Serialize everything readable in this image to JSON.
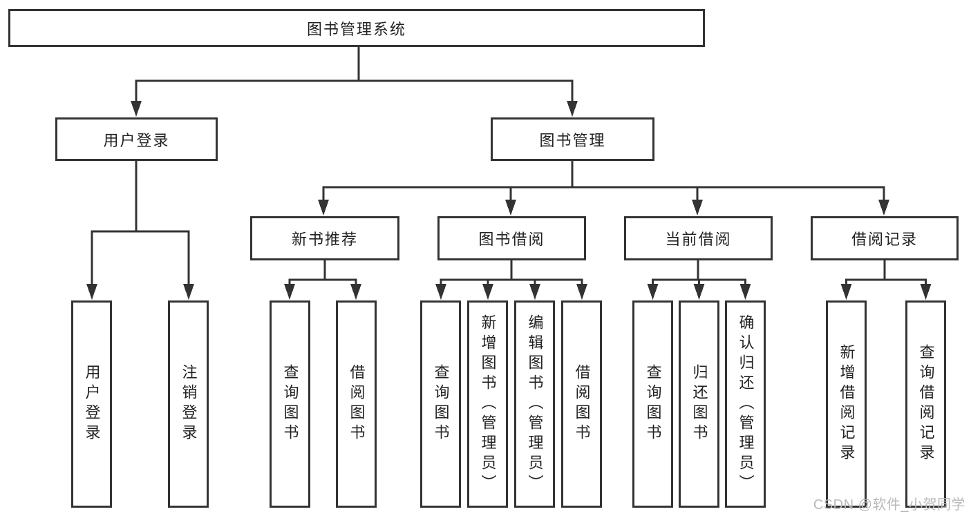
{
  "diagram": {
    "title": "图书管理系统",
    "root": {
      "label": "图书管理系统"
    },
    "level2": [
      {
        "label": "用户登录"
      },
      {
        "label": "图书管理"
      }
    ],
    "level3": [
      {
        "label": "新书推荐"
      },
      {
        "label": "图书借阅"
      },
      {
        "label": "当前借阅"
      },
      {
        "label": "借阅记录"
      }
    ],
    "leaves": [
      {
        "label": "用户登录"
      },
      {
        "label": "注销登录"
      },
      {
        "label": "查询图书"
      },
      {
        "label": "借阅图书"
      },
      {
        "label": "查询图书"
      },
      {
        "label": "新增图书（管理员）"
      },
      {
        "label": "编辑图书（管理员）"
      },
      {
        "label": "借阅图书"
      },
      {
        "label": "查询图书"
      },
      {
        "label": "归还图书"
      },
      {
        "label": "确认归还（管理员）"
      },
      {
        "label": "新增借阅记录"
      },
      {
        "label": "查询借阅记录"
      }
    ]
  },
  "watermark": {
    "text": "CSDN @软件_小贺同学"
  },
  "colors": {
    "line": "#333333",
    "text": "#222222",
    "background": "#ffffff",
    "watermark": "#b9b9b9"
  }
}
